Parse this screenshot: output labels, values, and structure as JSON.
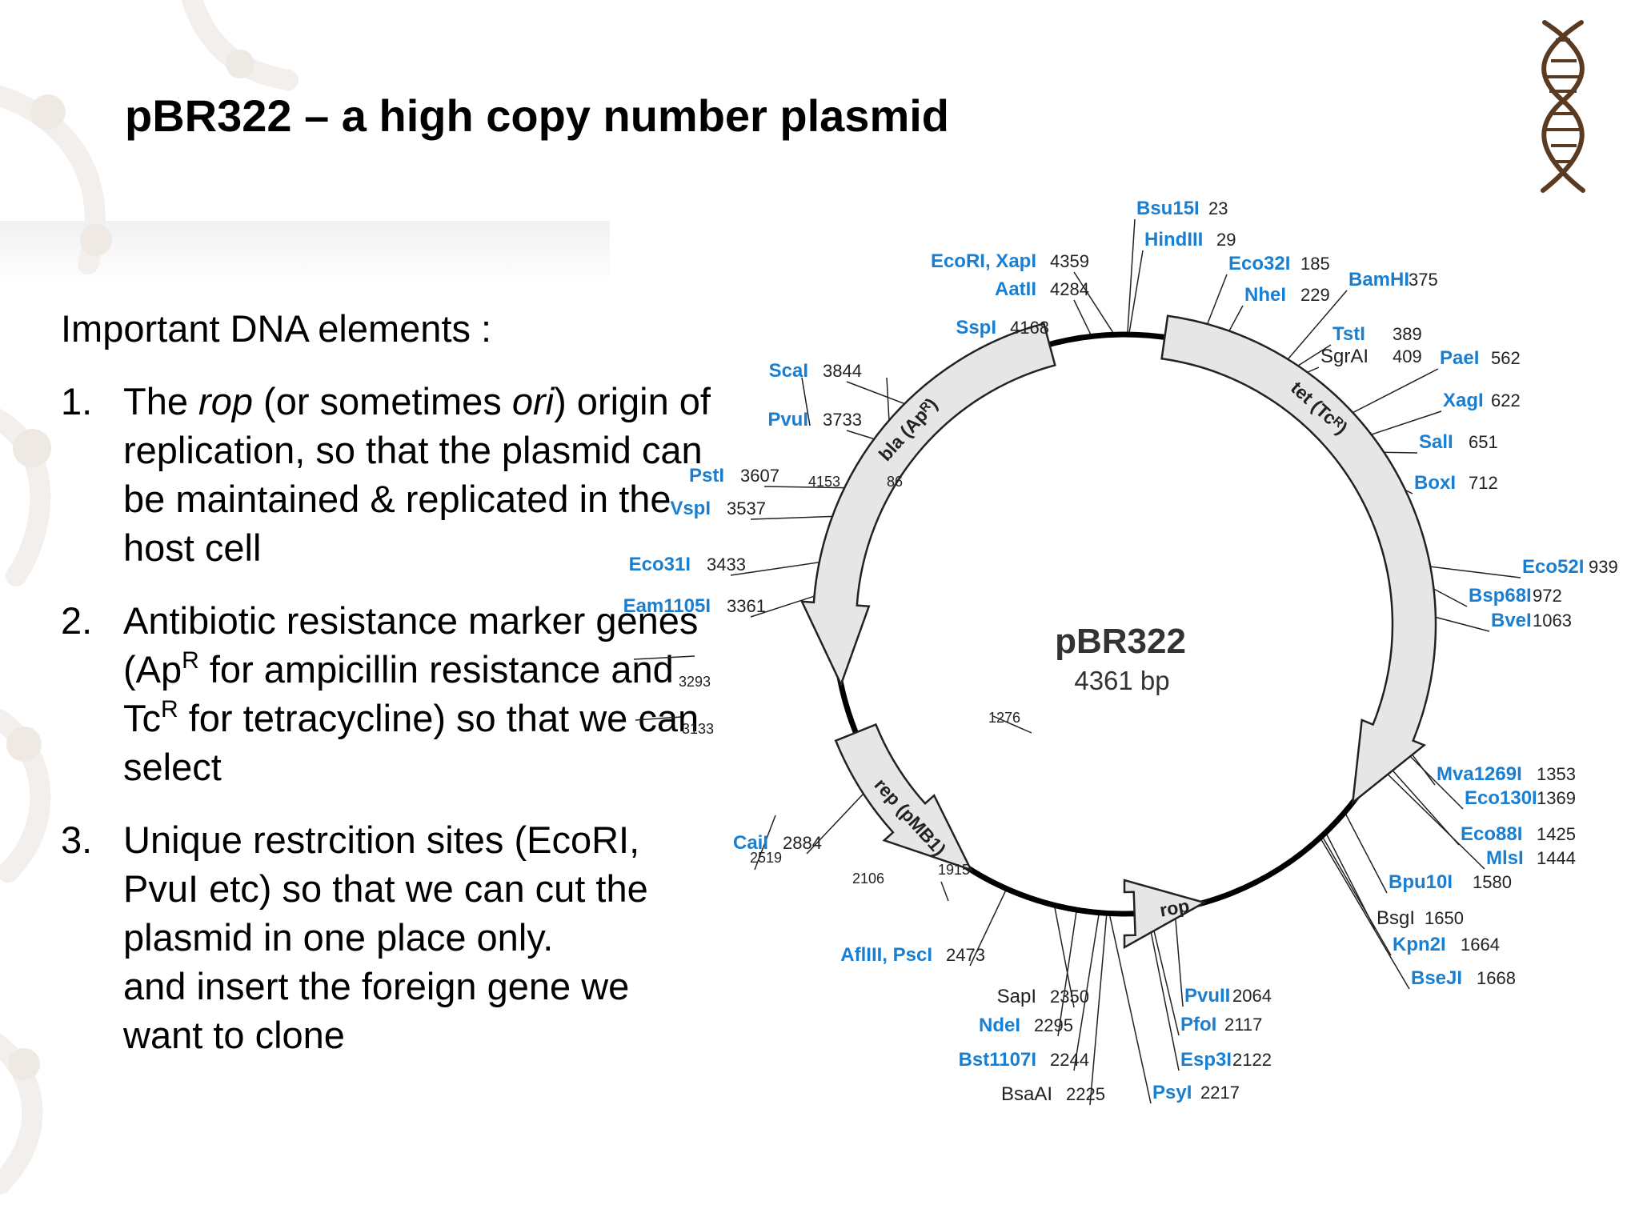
{
  "slide": {
    "title": "pBR322 – a high copy number plasmid",
    "intro": "Important DNA elements :",
    "items": [
      {
        "num": "1.",
        "text1": "The ",
        "em1": "rop",
        "text2": " (or sometimes ",
        "em2": "ori",
        "text3": ") origin of replication, so that the plasmid can be maintained & replicated in the host cell"
      },
      {
        "num": "2.",
        "text1": "Antibiotic resistance marker genes (Ap",
        "sup1": "R",
        "text2": " for ampicillin resistance and Tc",
        "sup2": "R",
        "text3": " for tetracycline) so that we can select"
      },
      {
        "num": "3.",
        "text": "Unique restrcition sites (EcoRI, PvuI etc) so that we can cut the plasmid in one place only."
      }
    ],
    "tail": "and insert the foreign gene we want to clone",
    "logo_icon": "dna-helix-icon"
  },
  "plasmid": {
    "name": "pBR322",
    "size": "4361 bp",
    "colors": {
      "enzyme": "#1a7fd0",
      "text": "#222222",
      "backbone": "#000000",
      "gene_fill": "#e6e6e6"
    },
    "genes": [
      {
        "label": "tet (Tcᴿ)"
      },
      {
        "label": "bla (Apᴿ)"
      },
      {
        "label": "rep (pMB1)"
      },
      {
        "label": "rop"
      }
    ],
    "inner_positions": [
      "86",
      "4153",
      "3293",
      "3133",
      "2519",
      "2106",
      "1915",
      "1276"
    ],
    "sites": [
      {
        "name": "Bsu15I",
        "pos": "23"
      },
      {
        "name": "HindIII",
        "pos": "29"
      },
      {
        "name": "EcoRI, XapI",
        "pos": "4359"
      },
      {
        "name": "AatII",
        "pos": "4284"
      },
      {
        "name": "SspI",
        "pos": "4168"
      },
      {
        "name": "Eco32I",
        "pos": "185"
      },
      {
        "name": "NheI",
        "pos": "229"
      },
      {
        "name": "BamHI",
        "pos": "375"
      },
      {
        "name": "TstI",
        "pos": "389"
      },
      {
        "name": "SgrAI",
        "pos": "409"
      },
      {
        "name": "PaeI",
        "pos": "562"
      },
      {
        "name": "XagI",
        "pos": "622"
      },
      {
        "name": "SalI",
        "pos": "651"
      },
      {
        "name": "BoxI",
        "pos": "712"
      },
      {
        "name": "Eco52I",
        "pos": "939"
      },
      {
        "name": "Bsp68I",
        "pos": "972"
      },
      {
        "name": "BveI",
        "pos": "1063"
      },
      {
        "name": "ScaI",
        "pos": "3844"
      },
      {
        "name": "PvuI",
        "pos": "3733"
      },
      {
        "name": "PstI",
        "pos": "3607"
      },
      {
        "name": "VspI",
        "pos": "3537"
      },
      {
        "name": "Eco31I",
        "pos": "3433"
      },
      {
        "name": "Eam1105I",
        "pos": "3361"
      },
      {
        "name": "Mva1269I",
        "pos": "1353"
      },
      {
        "name": "Eco130I",
        "pos": "1369"
      },
      {
        "name": "Eco88I",
        "pos": "1425"
      },
      {
        "name": "MlsI",
        "pos": "1444"
      },
      {
        "name": "Bpu10I",
        "pos": "1580"
      },
      {
        "name": "BsgI",
        "pos": "1650"
      },
      {
        "name": "Kpn2I",
        "pos": "1664"
      },
      {
        "name": "BseJI",
        "pos": "1668"
      },
      {
        "name": "CaiI",
        "pos": "2884"
      },
      {
        "name": "AflIII, PscI",
        "pos": "2473"
      },
      {
        "name": "SapI",
        "pos": "2350"
      },
      {
        "name": "NdeI",
        "pos": "2295"
      },
      {
        "name": "Bst1107I",
        "pos": "2244"
      },
      {
        "name": "BsaAI",
        "pos": "2225"
      },
      {
        "name": "PvuII",
        "pos": "2064"
      },
      {
        "name": "PfoI",
        "pos": "2117"
      },
      {
        "name": "Esp3I",
        "pos": "2122"
      },
      {
        "name": "PsyI",
        "pos": "2217"
      }
    ]
  }
}
